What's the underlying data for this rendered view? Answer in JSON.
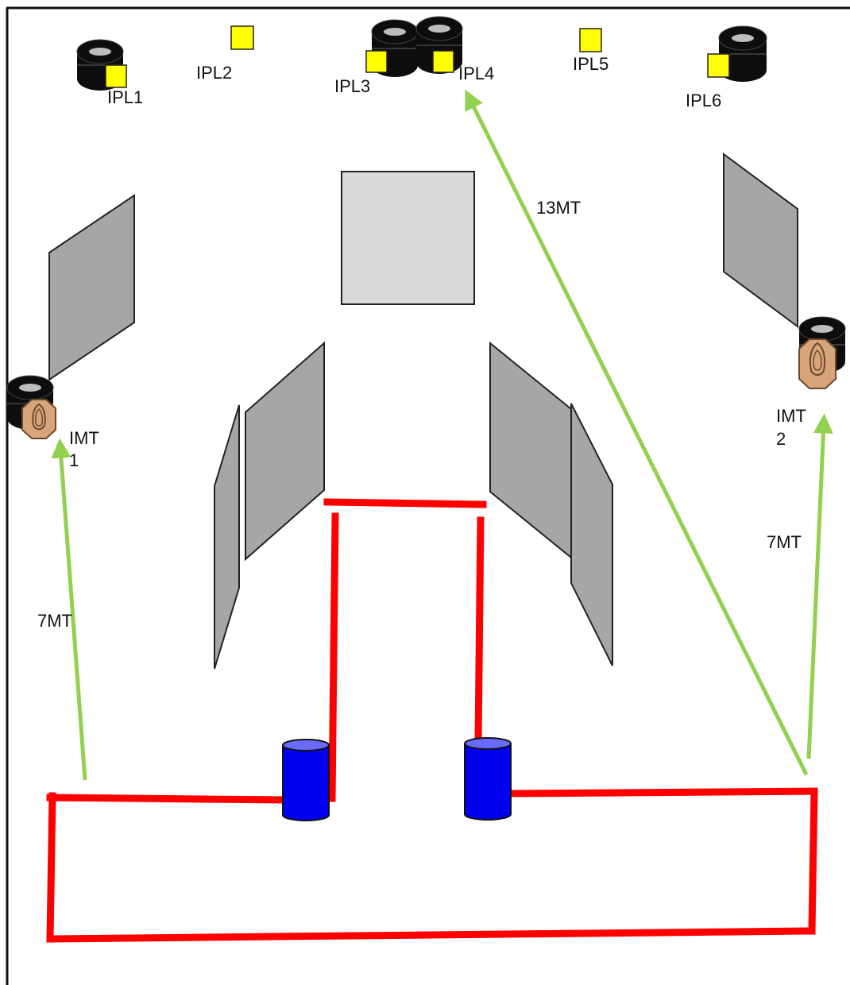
{
  "colors": {
    "frame": "#111111",
    "tire": "#0d0d0d",
    "plate": "#ffff00",
    "plate_stroke": "#222222",
    "barricade": "#a6a6a6",
    "barricade_stroke": "#222222",
    "center_block": "#d9d9d9",
    "fault_line": "#ff0000",
    "barrel": "#0000ee",
    "barrel_top": "#6a6aff",
    "distance_arrow": "#92d050",
    "target": "#d8a47a",
    "target_stroke": "#6b4a2e"
  },
  "targets": {
    "ipl1": "IPL1",
    "ipl2": "IPL2",
    "ipl3": "IPL3",
    "ipl4": "IPL4",
    "ipl5": "IPL5",
    "ipl6": "IPL6",
    "imt1_line1": "IMT",
    "imt1_line2": "1",
    "imt2_line1": "IMT",
    "imt2_line2": "2"
  },
  "distances": {
    "to_imt1": "7MT",
    "to_imt2": "7MT",
    "to_ipl4": "13MT"
  }
}
